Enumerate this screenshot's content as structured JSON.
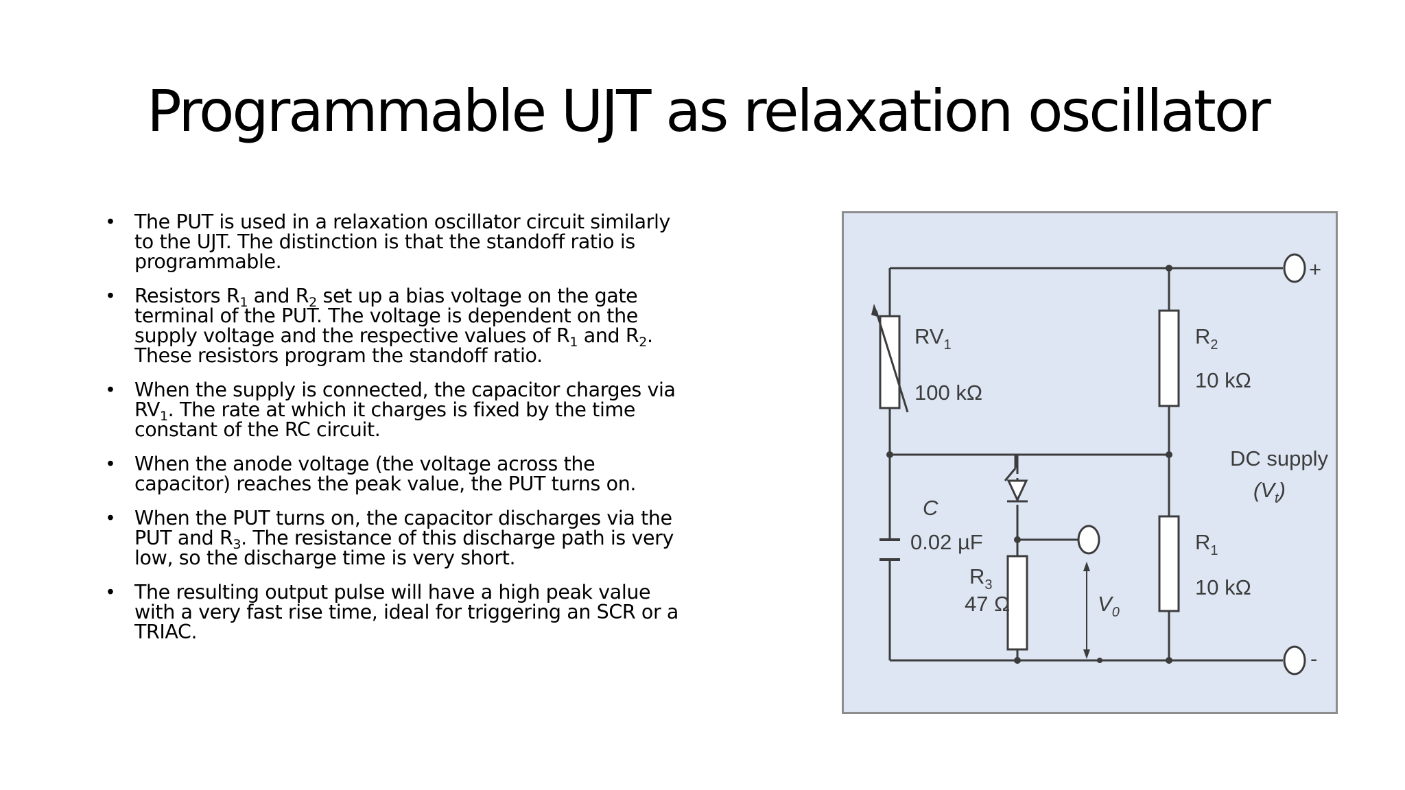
{
  "slide": {
    "title": "Programmable UJT as relaxation oscillator",
    "bullets": [
      {
        "parts": [
          "The PUT is used in a relaxation oscillator circuit similarly to the UJT. The distinction is that the standoff ratio is programmable."
        ]
      },
      {
        "parts": [
          "Resistors R",
          "1",
          " and R",
          "2",
          " set up a bias voltage on the gate terminal of the PUT. The voltage is dependent on the supply voltage and the respective values of R",
          "1",
          " and R",
          "2",
          ". These resistors program the standoff ratio."
        ]
      },
      {
        "parts": [
          "When the supply is connected, the capacitor charges via RV",
          "1",
          ". The rate at which it charges is fixed by the time constant of the RC circuit."
        ]
      },
      {
        "parts": [
          "When the anode voltage (the voltage across the capacitor) reaches the peak value, the PUT turns on."
        ]
      },
      {
        "parts": [
          "When the PUT turns on, the capacitor discharges via the PUT and R",
          "3",
          ". The resistance of this discharge path is very low, so the discharge time is very short."
        ]
      },
      {
        "parts": [
          "The resulting output pulse will have a high peak value with a very fast rise time, ideal for triggering an SCR or a TRIAC."
        ]
      }
    ],
    "bullet_symbol": "•"
  },
  "circuit": {
    "rv1_label": "RV",
    "rv1_sub": "1",
    "rv1_value": "100 kΩ",
    "r2_label": "R",
    "r2_sub": "2",
    "r2_value": "10 kΩ",
    "r1_label": "R",
    "r1_sub": "1",
    "r1_value": "10 kΩ",
    "r3_label": "R",
    "r3_sub": "3",
    "r3_value": "47 Ω",
    "c_label": "C",
    "c_value": "0.02 µF",
    "vo_label": "V",
    "vo_sub": "0",
    "dc_supply_line1": "DC supply",
    "dc_supply_line2_open": "(V",
    "dc_supply_line2_sub": "t",
    "dc_supply_line2_close": ")",
    "plus_sign": "+",
    "minus_sign": "-",
    "colors": {
      "background": "#dde6f2",
      "wire": "#3c3c3c",
      "component_fill": "#ffffff"
    }
  }
}
